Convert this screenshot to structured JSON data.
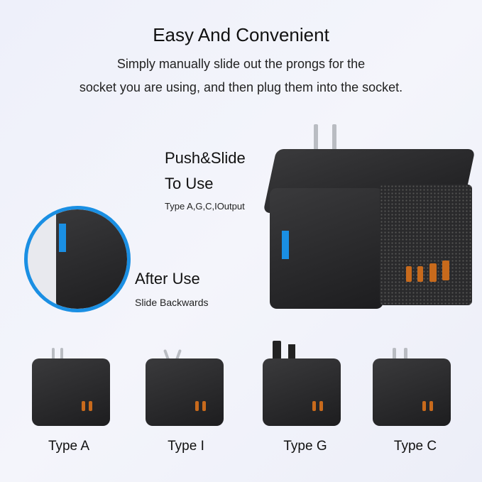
{
  "header": {
    "title": "Easy And Convenient",
    "subtitle_line1": "Simply manually slide out the prongs for the",
    "subtitle_line2": "socket you are using, and then plug them into the socket."
  },
  "push": {
    "title_line1": "Push&Slide",
    "title_line2": "To Use",
    "detail": "Type A,G,C,IOutput"
  },
  "after": {
    "title": "After Use",
    "detail": "Slide Backwards"
  },
  "variants": [
    {
      "label": "Type A"
    },
    {
      "label": "Type I"
    },
    {
      "label": "Type G"
    },
    {
      "label": "Type C"
    }
  ],
  "colors": {
    "accent": "#1a8fe3",
    "body": "#2a2a2c",
    "port": "#c86a1c"
  }
}
